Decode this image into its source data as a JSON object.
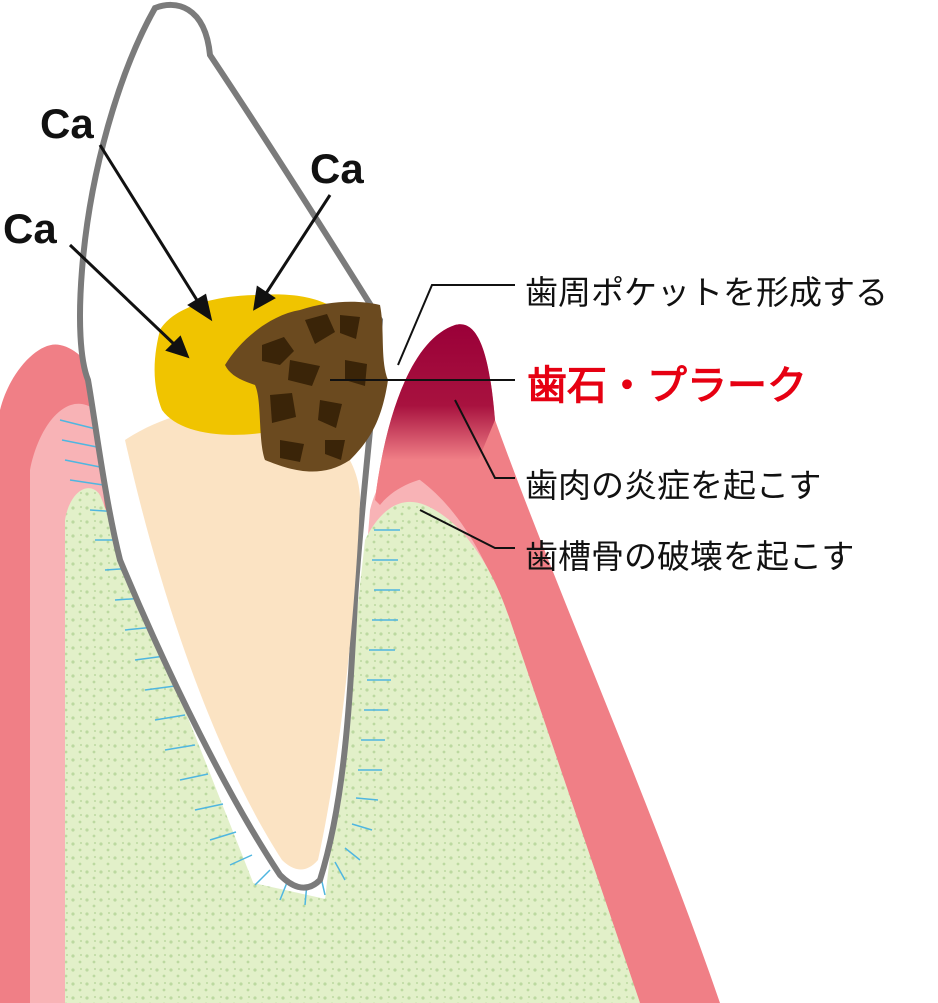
{
  "labels": {
    "ca_1": "Ca",
    "ca_2": "Ca",
    "ca_3": "Ca",
    "periodontal_pocket": "歯周ポケットを形成する",
    "tartar_plaque": "歯石・プラーク",
    "gingivitis": "歯肉の炎症を起こす",
    "bone_destruction": "歯槽骨の破壊を起こす"
  },
  "colors": {
    "gum_outer": "#f07f86",
    "gum_inner": "#f8b3b6",
    "bone": "#e2f0c9",
    "bone_dots": "#bcd9a0",
    "dentin": "#fbe3c3",
    "enamel": "#ffffff",
    "outline": "#7b7b7b",
    "calculus_yellow": "#f0c400",
    "tartar_brown": "#6b4a1f",
    "tartar_dark": "#3a2408",
    "inflamed_gum": "#a0003c",
    "ligament": "#4fb6e0",
    "highlight_text": "#e60012"
  }
}
